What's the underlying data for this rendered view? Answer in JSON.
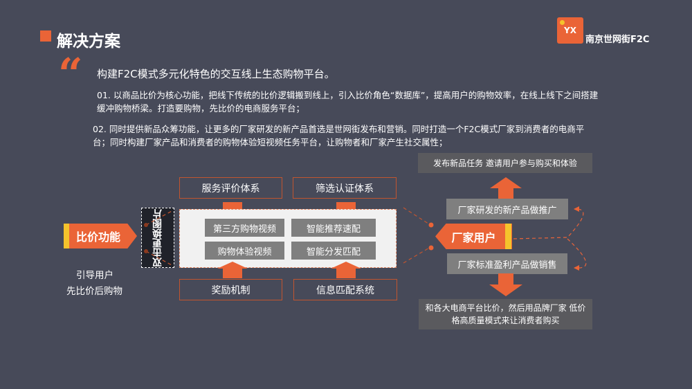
{
  "title": "解决方案",
  "brand": {
    "name": "南京世网街F2C",
    "logo_text": "YX"
  },
  "headline": "构建F2C模式多元化特色的交互线上生态购物平台。",
  "points": [
    "01. 以商品比价为核心功能，把线下传统的比价逻辑搬到线上，引入比价角色“数据库”，提高用户的购物效率，在线上线下之间搭建缓冲购物桥梁。打造要购物，先比价的电商服务平台；",
    "02. 同时提供新品众筹功能，让更多的厂家研发的新产品首选是世网街发布和营销。同时打造一个F2C模式厂家到消费者的电商平台；同时构建厂家产品和消费者的购物体验短视频任务平台，让购物者和厂家产生社交属性；"
  ],
  "left": {
    "label": "比价功能",
    "caption1": "引导用户",
    "caption2": "先比价后购物",
    "image_placeholder": "双击更换图片"
  },
  "top_boxes": [
    "服务评价体系",
    "筛选认证体系"
  ],
  "bottom_boxes": [
    "奖励机制",
    "信息匹配系统"
  ],
  "center": [
    "第三方购物视频",
    "智能推荐速配",
    "购物体验视频",
    "智能分发匹配"
  ],
  "right": {
    "label": "厂家用户",
    "top_box": "发布新品任务 邀请用户参与购买和体验",
    "promo": "厂家研发的新产品做推广",
    "sales": "厂家标准盈利产品做销售",
    "bottom_box": "和各大电商平台比价，然后用品牌厂家 低价格高质量模式来让消费者购买"
  },
  "colors": {
    "accent": "#ea6437",
    "yellow": "#f5c32c",
    "bg": "#474a59"
  }
}
